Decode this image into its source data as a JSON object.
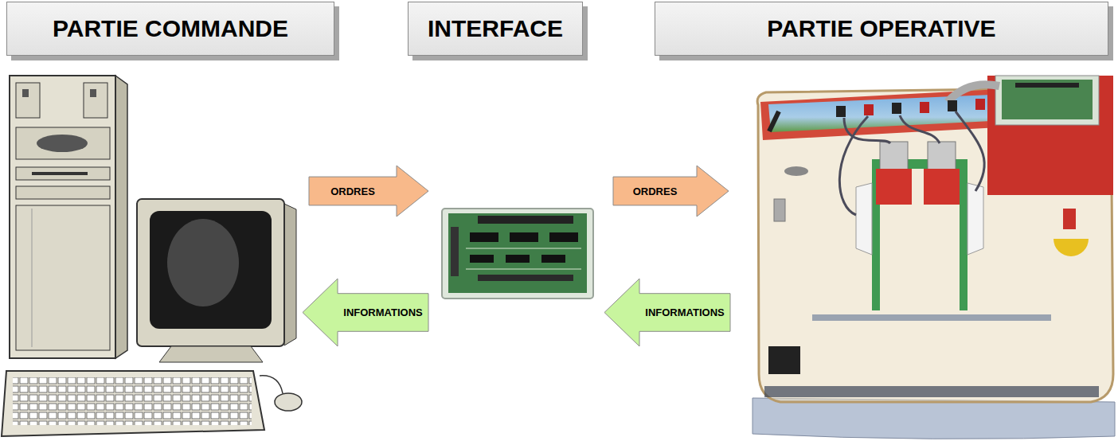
{
  "diagram": {
    "nodes": [
      {
        "text": [
          "PARTIE COMMANDE"
        ]
      },
      {
        "text": [
          "INTERFACE"
        ]
      },
      {
        "text": [
          "PARTIE OPERATIVE"
        ]
      },
      {
        "text": [
          "ORDRES"
        ]
      },
      {
        "text": [
          "ORDRES"
        ]
      },
      {
        "text": [
          "INFORMATIONS"
        ]
      },
      {
        "text": [
          "INFORMATIONS"
        ]
      }
    ]
  }
}
